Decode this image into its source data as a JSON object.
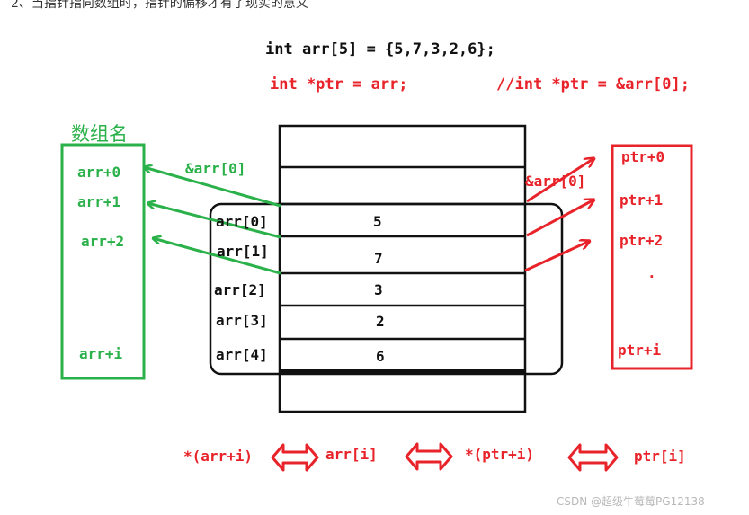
{
  "top_note": "2、当指针指向数组时，指针的偏移才有了现实的意义",
  "code": {
    "declaration": "int arr[5] = {5,7,3,2,6};",
    "pointer_line": "int *ptr = arr;",
    "comment": "//int *ptr = &arr[0];"
  },
  "left_box": {
    "title": "数组名",
    "items": [
      "arr+0",
      "arr+1",
      "arr+2",
      "arr+i"
    ]
  },
  "right_box": {
    "items": [
      "ptr+0",
      "ptr+1",
      "ptr+2",
      "·",
      "ptr+i"
    ]
  },
  "arrow_labels": {
    "left": "&arr[0]",
    "right": "&arr[0]"
  },
  "array": {
    "labels": [
      "arr[0]",
      "arr[1]",
      "arr[2]",
      "arr[3]",
      "arr[4]"
    ],
    "values": [
      "5",
      "7",
      "3",
      "2",
      "6"
    ]
  },
  "equivalence": {
    "items": [
      "*(arr+i)",
      "arr[i]",
      "*(ptr+i)",
      "ptr[i]"
    ]
  },
  "watermark": "CSDN @超级牛莓莓PG12138",
  "colors": {
    "green": "#2bb14a",
    "red": "#e8232a",
    "black": "#111111"
  }
}
